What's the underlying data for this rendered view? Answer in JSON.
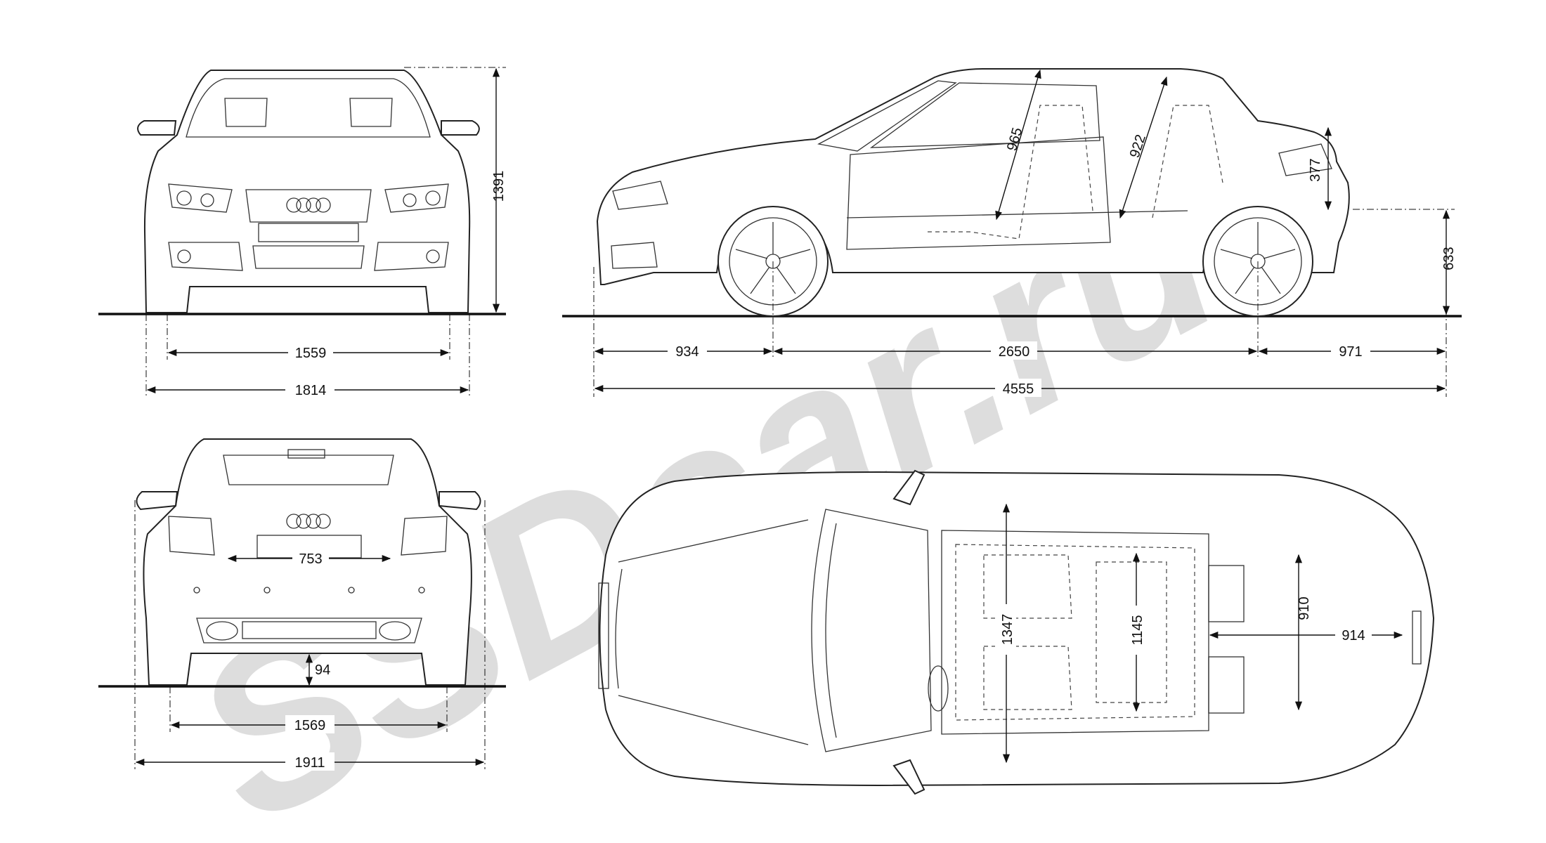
{
  "watermark": {
    "text": "SSDcar.ru"
  },
  "views": {
    "front": {
      "overall_height": "1391",
      "track": "1559",
      "width": "1814"
    },
    "side": {
      "front_overhang": "934",
      "wheelbase": "2650",
      "rear_overhang": "971",
      "length": "4555",
      "front_headroom": "965",
      "rear_headroom": "922",
      "boot_lid_height": "377",
      "loading_sill_height": "633"
    },
    "rear": {
      "plate_width": "753",
      "ground_clearance": "94",
      "track": "1569",
      "width_with_mirrors": "1911"
    },
    "top": {
      "front_shoulder_width": "1347",
      "rear_shoulder_width": "1145",
      "boot_width": "910",
      "boot_length": "914"
    }
  },
  "colors": {
    "ink": "#111111",
    "watermark": "#cfcfcf",
    "paper": "#ffffff"
  }
}
